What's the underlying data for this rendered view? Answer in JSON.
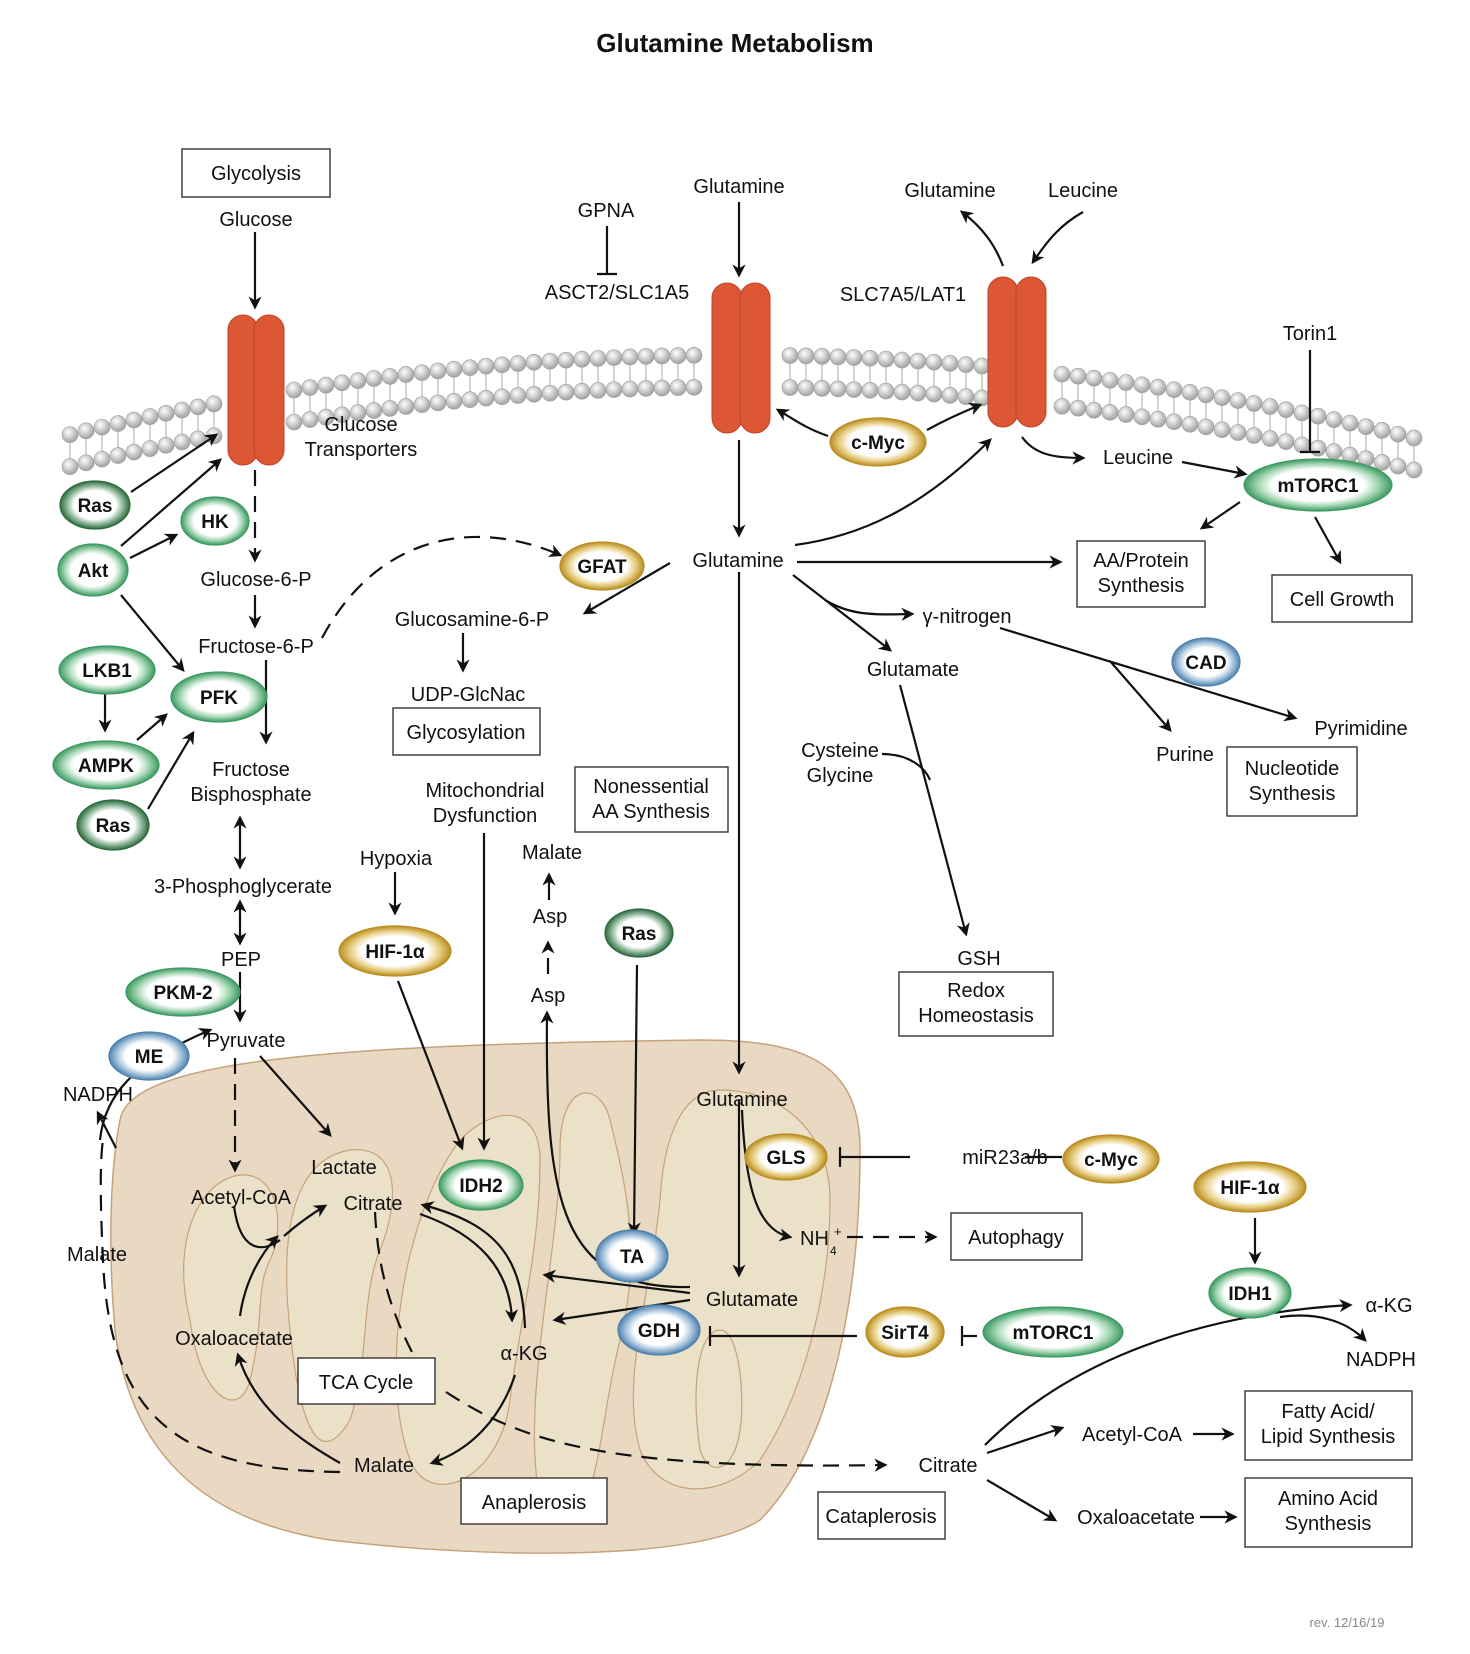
{
  "title": "Glutamine Metabolism",
  "revision": "rev. 12/16/19",
  "colors": {
    "transporter": "#dd5734",
    "mitochondrion_fill": "#ead9c2",
    "mitochondrion_stroke": "#c4a27c",
    "enzyme_green": "#3c9a62",
    "enzyme_darkgreen": "#2d6b3e",
    "enzyme_gold": "#c9a030",
    "enzyme_blue": "#5b8fb8",
    "membrane_bead": "#cfcfcf"
  },
  "boxes": {
    "glycolysis": "Glycolysis",
    "glycosylation": "Glycosylation",
    "nonessential": [
      "Nonessential",
      "AA Synthesis"
    ],
    "aa_protein": [
      "AA/Protein",
      "Synthesis"
    ],
    "cell_growth": "Cell Growth",
    "nucleotide": [
      "Nucleotide",
      "Synthesis"
    ],
    "redox": [
      "Redox",
      "Homeostasis"
    ],
    "autophagy": "Autophagy",
    "tca": "TCA Cycle",
    "anaplerosis": "Anaplerosis",
    "cataplerosis": "Cataplerosis",
    "fatty_acid": [
      "Fatty Acid/",
      "Lipid Synthesis"
    ],
    "amino_acid": [
      "Amino Acid",
      "Synthesis"
    ]
  },
  "labels": {
    "glucose": "Glucose",
    "glucose_transporters": [
      "Glucose",
      "Transporters"
    ],
    "gpna": "GPNA",
    "asct2": "ASCT2/SLC1A5",
    "glutamine_top": "Glutamine",
    "slc7a5": "SLC7A5/LAT1",
    "glutamine_out": "Glutamine",
    "leucine_in": "Leucine",
    "torin1": "Torin1",
    "leucine_cyto": "Leucine",
    "glucose6p": "Glucose-6-P",
    "fructose6p": "Fructose-6-P",
    "fructose_bp": [
      "Fructose",
      "Bisphosphate"
    ],
    "phosphoglycerate": "3-Phosphoglycerate",
    "pep": "PEP",
    "pyruvate": "Pyruvate",
    "nadph_left": "NADPH",
    "malate_left": "Malate",
    "glutamine_cyto": "Glutamine",
    "glucosamine6p": "Glucosamine-6-P",
    "udp_glcnac": "UDP-GlcNac",
    "mito_dysfunction": [
      "Mitochondrial",
      "Dysfunction"
    ],
    "hypoxia": "Hypoxia",
    "malate_mid": "Malate",
    "asp_upper": "Asp",
    "asp_lower": "Asp",
    "gamma_nitrogen": "γ-nitrogen",
    "glutamate_cyto": "Glutamate",
    "cysteine_glycine": [
      "Cysteine",
      "Glycine"
    ],
    "gsh": "GSH",
    "purine": "Purine",
    "pyrimidine": "Pyrimidine",
    "glutamine_mito": "Glutamine",
    "mir23": "miR23a/b",
    "nh4": "NH",
    "nh4_sub": "4",
    "nh4_sup": "+",
    "glutamate_mito": "Glutamate",
    "lactate": "Lactate",
    "acetyl_coa_mito": "Acetyl-CoA",
    "citrate_mito": "Citrate",
    "oxaloacetate_mito": "Oxaloacetate",
    "akg_mito": "α-KG",
    "malate_mito": "Malate",
    "citrate_out": "Citrate",
    "acetyl_coa_out": "Acetyl-CoA",
    "oxaloacetate_out": "Oxaloacetate",
    "akg_out": "α-KG",
    "nadph_right": "NADPH"
  },
  "enzymes": {
    "ras1": "Ras",
    "akt": "Akt",
    "hk": "HK",
    "lkb1": "LKB1",
    "pfk": "PFK",
    "ampk": "AMPK",
    "ras2": "Ras",
    "pkm2": "PKM-2",
    "me": "ME",
    "gfat": "GFAT",
    "cmyc_top": "c-Myc",
    "mtorc1_top": "mTORC1",
    "cad": "CAD",
    "hif1a_left": "HIF-1α",
    "idh2": "IDH2",
    "ras3": "Ras",
    "ta": "TA",
    "gls": "GLS",
    "cmyc_mid": "c-Myc",
    "gdh": "GDH",
    "sirt4": "SirT4",
    "mtorc1_bottom": "mTORC1",
    "hif1a_right": "HIF-1α",
    "idh1": "IDH1"
  }
}
